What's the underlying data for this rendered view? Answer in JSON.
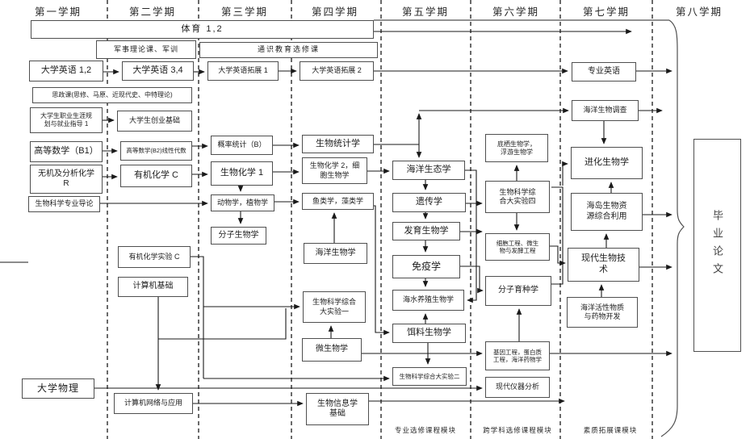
{
  "semesters": [
    "第一学期",
    "第二学期",
    "第三学期",
    "第四学期",
    "第五学期",
    "第六学期",
    "第七学期",
    "第八学期"
  ],
  "wide": {
    "pe": "体育 1,2",
    "military": "军事理论课、军训",
    "general_elective": "通识教育选修课"
  },
  "courses": {
    "english12": "大学英语 1,2",
    "english34": "大学英语 3,4",
    "english_ext1": "大学英语拓展 1",
    "english_ext2": "大学英语拓展 2",
    "prof_english": "专业英语",
    "sizheng": "思政课(思修、马原、近现代史、中特理论)",
    "career": "大学生职业生涯规\n划与就业指导 1",
    "entrepreneurship": "大学生创业基础",
    "math_b1": "高等数学（B1）",
    "math_b2": "高等数学(B2)线性代数",
    "inorganic_chem": "无机及分析化学\nR",
    "bio_intro": "生物科学专业导论",
    "physics": "大学物理",
    "organic_c": "有机化学 C",
    "organic_lab": "有机化学实验 C",
    "computer_basic": "计算机基础",
    "computer_network": "计算机网络与应用",
    "probability": "概率统计（B）",
    "biochem1": "生物化学 1",
    "zoology": "动物学，植物学",
    "molecular": "分子生物学",
    "biostat": "生物统计学",
    "biochem2": "生物化学 2，细\n胞生物学",
    "ichthyology": "鱼类学，藻类学",
    "marine_bio": "海洋生物学",
    "lab1": "生物科学综合\n大实验一",
    "microbio": "微生物学",
    "bioinfo": "生物信息学\n基础",
    "marine_ecology": "海洋生态学",
    "genetics": "遗传学",
    "developmental": "发育生物学",
    "immunology": "免疫学",
    "aquaculture": "海水养殖生物学",
    "feed": "饵料生物学",
    "lab2": "生物科学综合大实验二",
    "benthos": "底栖生物学，\n浮游生物学",
    "lab4": "生物科学综\n合大实验四",
    "cell_eng": "细胞工程、微生\n物与发酵工程",
    "mol_breeding": "分子育种学",
    "gene_eng": "基因工程，蛋白质\n工程，海洋药物学",
    "instruments": "现代仪器分析",
    "marine_survey": "海洋生物调查",
    "evolution": "进化生物学",
    "island": "海岛生物资\n源综合利用",
    "modern_biotech": "现代生物技\n术",
    "marine_actives": "海洋活性物质\n与药物开发"
  },
  "modules": [
    "专业选修课程模块",
    "跨学科选修课程模块",
    "素质拓展课模块"
  ],
  "thesis": "毕业论文"
}
